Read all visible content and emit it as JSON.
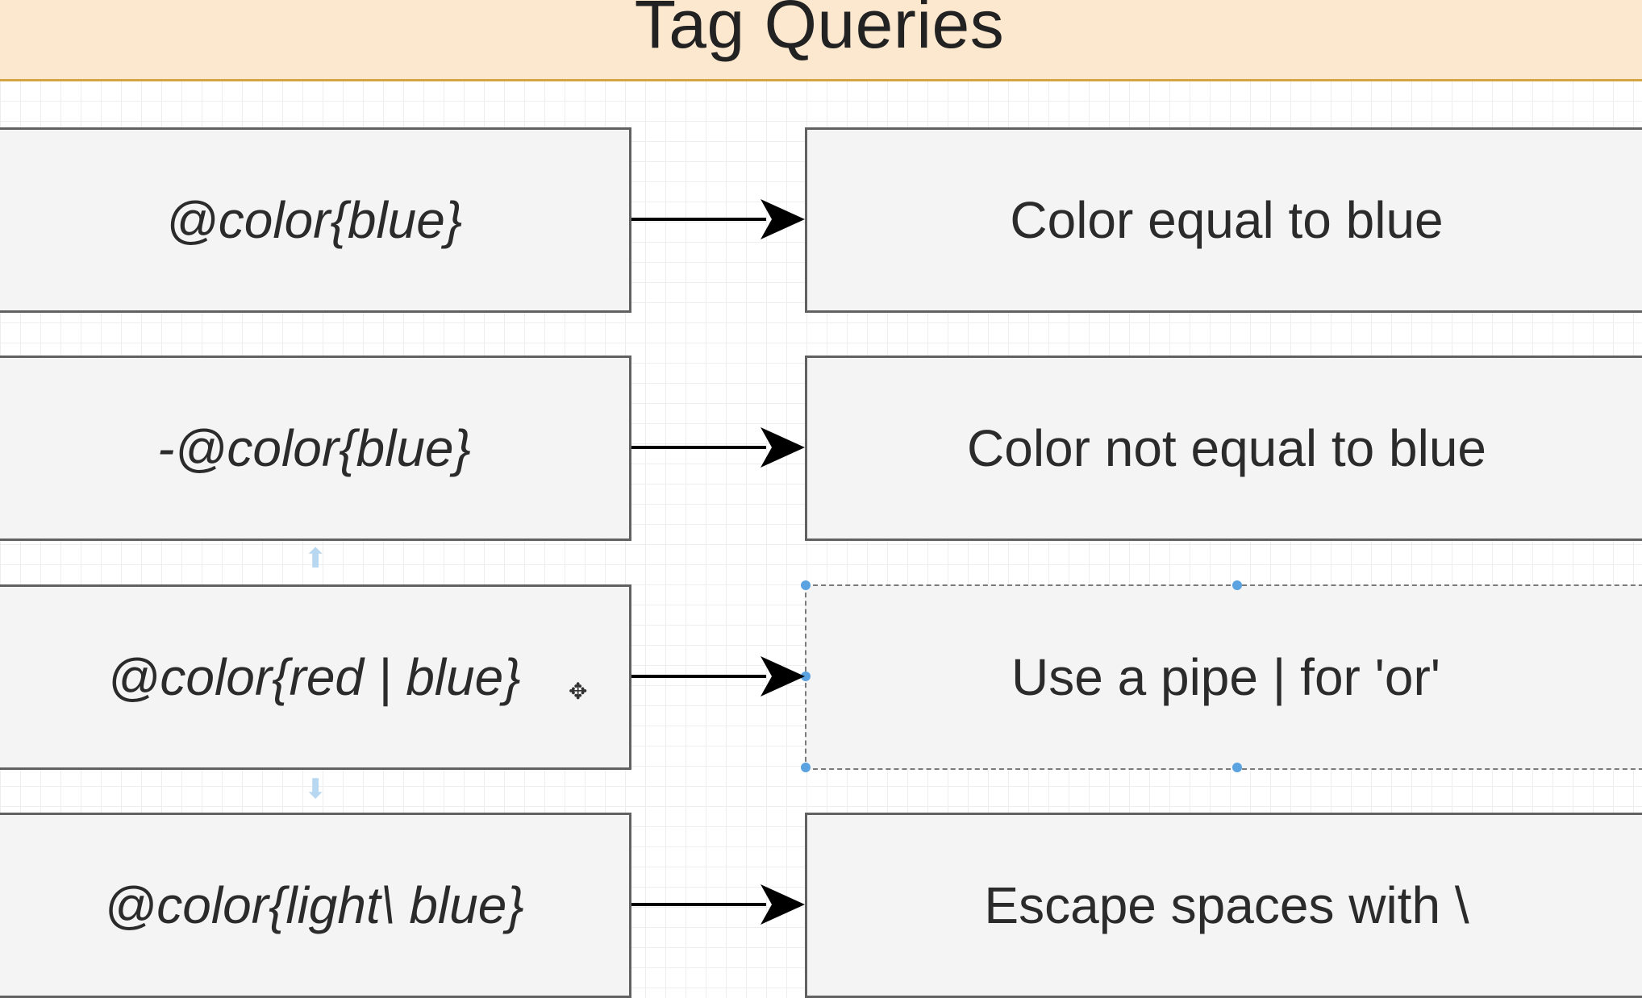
{
  "title": "Tag Queries",
  "rows": [
    {
      "query": "@color{blue}",
      "description": "Color equal to blue"
    },
    {
      "query": "-@color{blue}",
      "description": "Color not equal to blue"
    },
    {
      "query": "@color{red | blue}",
      "description": "Use a pipe | for 'or'"
    },
    {
      "query": "@color{light\\ blue}",
      "description": "Escape spaces with \\"
    }
  ],
  "colors": {
    "title_fill": "#fce8cf",
    "title_border": "#d6a543",
    "box_fill": "#f4f4f4",
    "box_border": "#616161",
    "selection_handle": "#5aa2e0"
  },
  "icons": {
    "connector": "right-arrow-icon",
    "cursor": "move-cursor-icon"
  }
}
